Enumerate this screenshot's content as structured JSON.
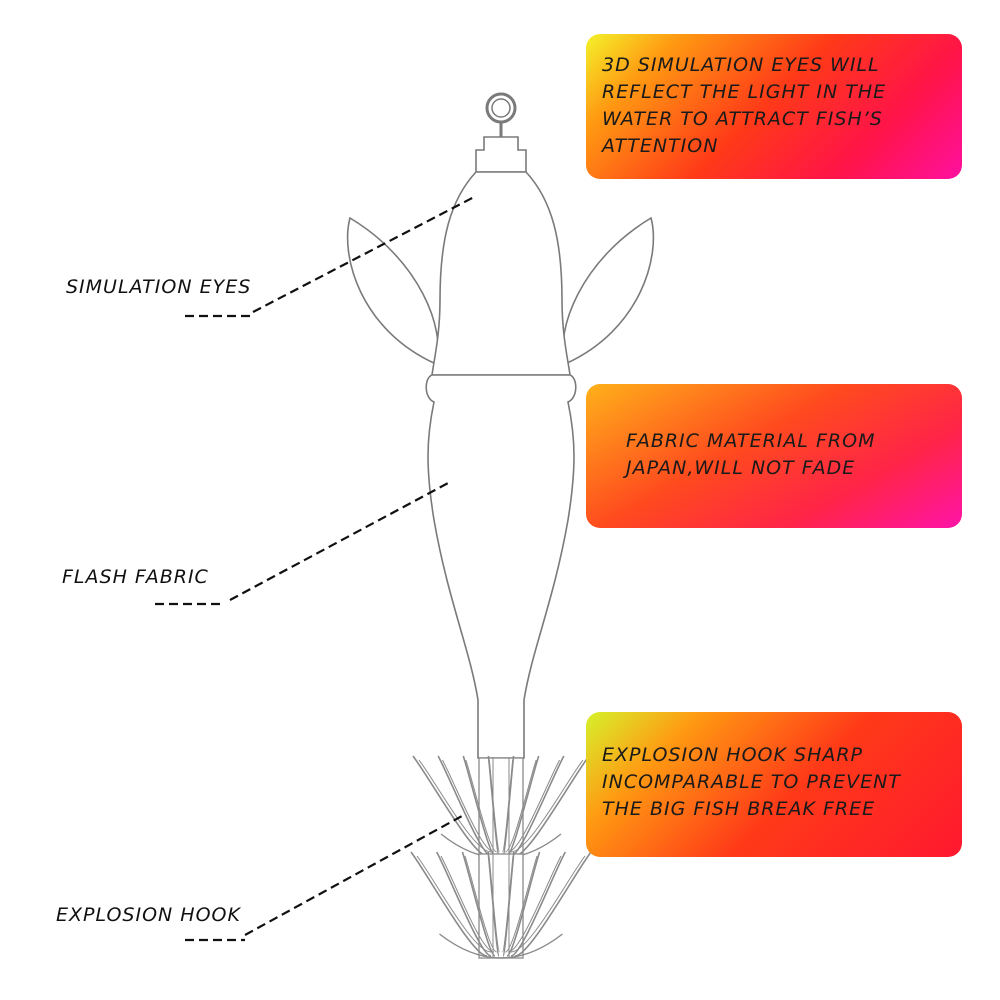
{
  "labels": {
    "simulation_eyes": "SIMULATION EYES",
    "flash_fabric": "FLASH FABRIC",
    "explosion_hook": "EXPLOSION HOOK"
  },
  "callouts": {
    "eyes": "3D SIMULATION EYES WILL\nREFLECT THE LIGHT IN THE\nWATER TO ATTRACT FISH’S\nATTENTION",
    "fabric": "FABRIC MATERIAL FROM\nJAPAN,WILL NOT FADE",
    "hook": "EXPLOSION HOOK SHARP\nINCOMPARABLE TO PREVENT\nTHE BIG FISH BREAK FREE"
  },
  "colors": {
    "outline": "#7a7a7a",
    "leader_line": "#111111",
    "hook_stroke": "#8a8a8a"
  }
}
